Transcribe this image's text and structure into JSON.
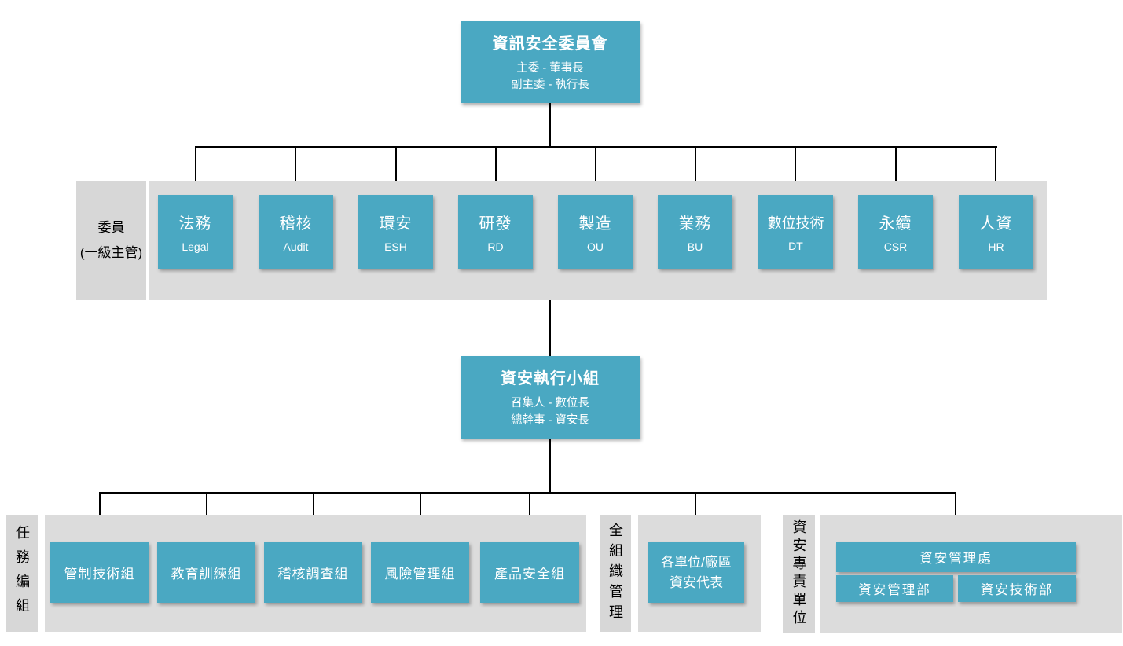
{
  "colors": {
    "node_fill": "#4aa8c2",
    "node_text": "#ffffff",
    "band_fill": "#dcdcdc",
    "label_band_fill": "#d7d7d7",
    "connector": "#000000"
  },
  "top_committee": {
    "title": "資訊安全委員會",
    "role_line1": "主委 - 董事長",
    "role_line2": "副主委 - 執行長"
  },
  "members_band": {
    "label_line1": "委員",
    "label_line2": "(一級主管)",
    "members": [
      {
        "zh": "法務",
        "en": "Legal"
      },
      {
        "zh": "稽核",
        "en": "Audit"
      },
      {
        "zh": "環安",
        "en": "ESH"
      },
      {
        "zh": "研發",
        "en": "RD"
      },
      {
        "zh": "製造",
        "en": "OU"
      },
      {
        "zh": "業務",
        "en": "BU"
      },
      {
        "zh": "數位技術",
        "en": "DT"
      },
      {
        "zh": "永續",
        "en": "CSR"
      },
      {
        "zh": "人資",
        "en": "HR"
      }
    ]
  },
  "exec_team": {
    "title": "資安執行小組",
    "role_line1": "召集人 - 數位長",
    "role_line2": "總幹事 - 資安長"
  },
  "task_group": {
    "label": "任務編組",
    "teams": [
      "管制技術組",
      "教育訓練組",
      "稽核調查組",
      "風險管理組",
      "產品安全組"
    ]
  },
  "org_wide": {
    "label": "全組織管理",
    "rep_line1": "各單位/廠區",
    "rep_line2": "資安代表"
  },
  "dedicated_unit": {
    "label": "資安專責單位",
    "division": "資安管理處",
    "dept1": "資安管理部",
    "dept2": "資安技術部"
  }
}
